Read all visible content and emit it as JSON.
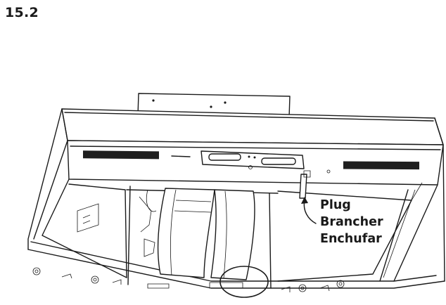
{
  "step": "15.2",
  "labels": {
    "plug_en": "Plug",
    "plug_fr": "Brancher",
    "plug_es": "Enchufar"
  },
  "icons": {
    "arrow": "curved-arrow-icon",
    "highlight": "highlight-circle"
  }
}
